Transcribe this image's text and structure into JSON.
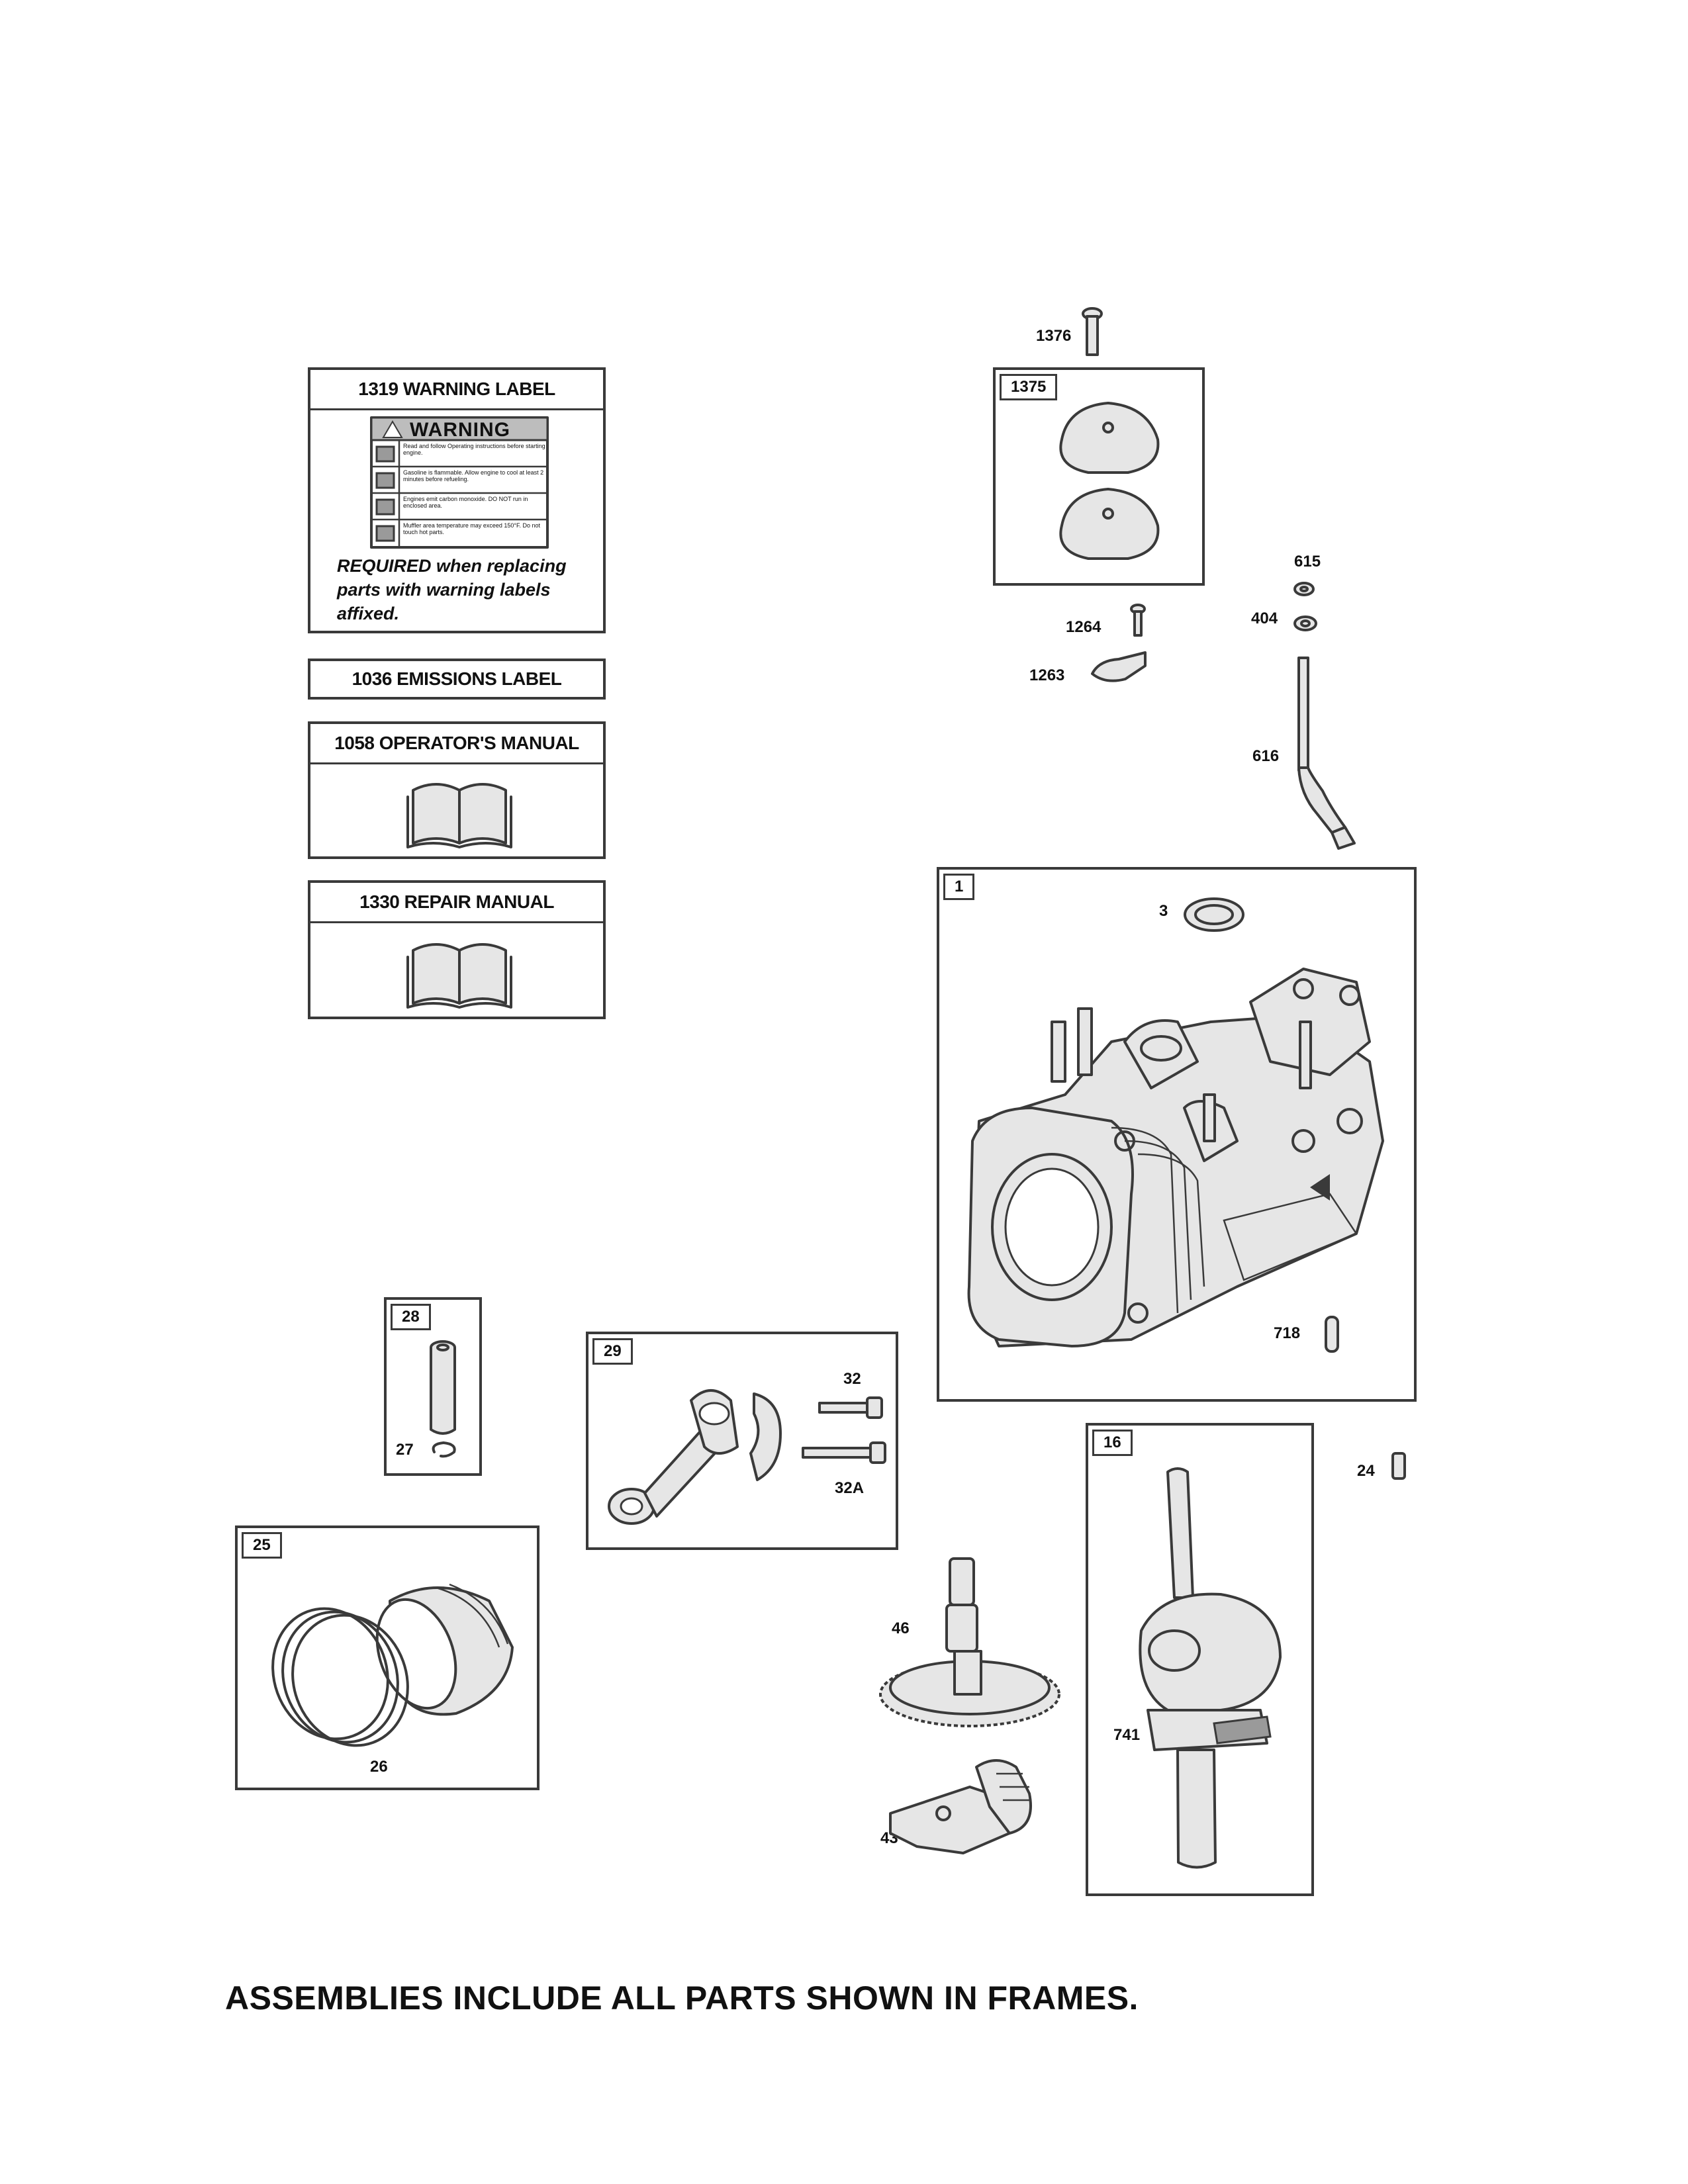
{
  "labels": {
    "warning_title": "1319 WARNING LABEL",
    "warning_banner": "WARNING",
    "warning_lines": [
      "Read and follow Operating instructions before starting engine.",
      "Gasoline is flammable. Allow engine to cool at least 2 minutes before refueling.",
      "Engines emit carbon monoxide. DO NOT run in enclosed area.",
      "Muffler area temperature may exceed 150°F. Do not touch hot parts."
    ],
    "required_bold": "REQUIRED",
    "required_rest": " when replacing parts with warning labels affixed.",
    "emissions": "1036 EMISSIONS LABEL",
    "operators_manual": "1058 OPERATOR'S MANUAL",
    "repair_manual": "1330 REPAIR MANUAL"
  },
  "callouts": {
    "bolt_1376": "1376",
    "frame_1375": "1375",
    "washer_615": "615",
    "washer_404": "404",
    "screw_1264": "1264",
    "bracket_1263": "1263",
    "dipstick_616": "616",
    "frame_1": "1",
    "seal_3": "3",
    "pin_718": "718",
    "frame_28": "28",
    "clip_27": "27",
    "frame_29": "29",
    "bolt_32": "32",
    "bolt_32a": "32A",
    "frame_25": "25",
    "rings_26": "26",
    "camshaft_46": "46",
    "governor_43": "43",
    "frame_16": "16",
    "key_24": "24",
    "gear_741": "741"
  },
  "footer": "ASSEMBLIES INCLUDE ALL PARTS SHOWN IN FRAMES."
}
